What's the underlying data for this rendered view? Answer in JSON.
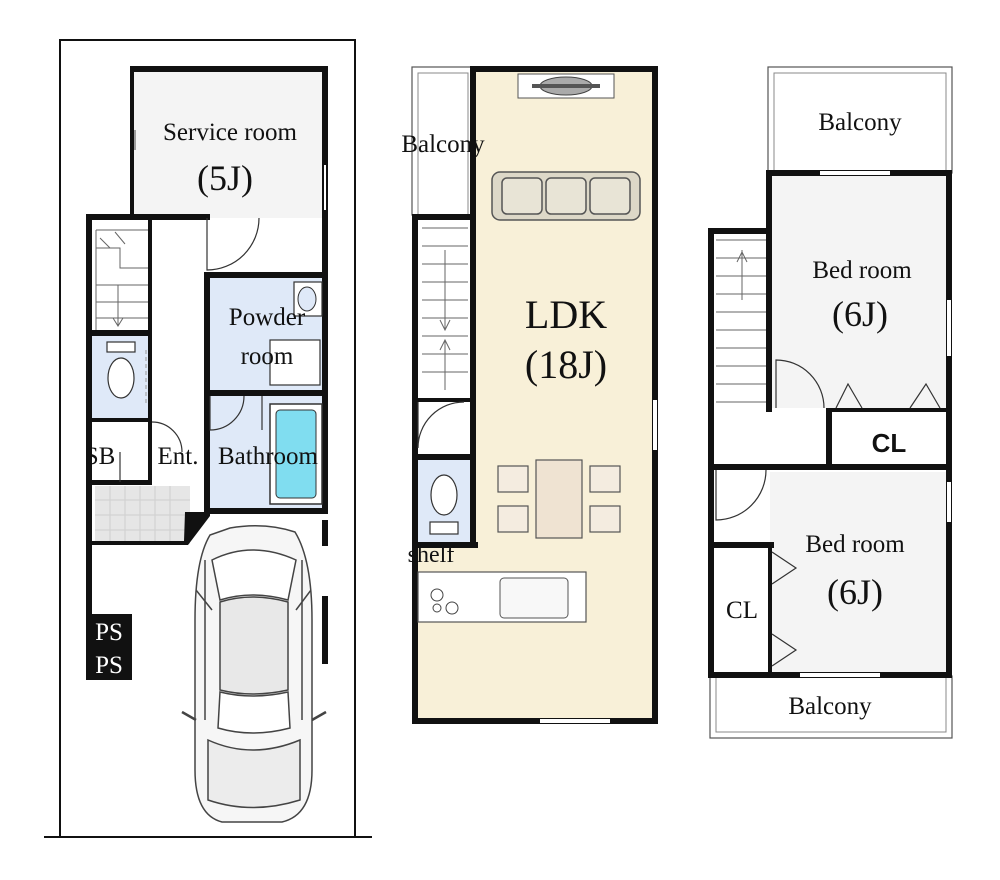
{
  "floor1": {
    "service_room": {
      "name": "Service room",
      "size": "(5J)"
    },
    "powder_room": {
      "line1": "Powder",
      "line2": "room"
    },
    "bathroom": "Bathroom",
    "entrance": "Ent.",
    "shoe_box": "SB",
    "ps1": "PS",
    "ps2": "PS"
  },
  "floor2": {
    "balcony": "Balcony",
    "ldk": {
      "name": "LDK",
      "size": "(18J)"
    },
    "shelf": "shelf"
  },
  "floor3": {
    "balcony_top": "Balcony",
    "bed_room_1": {
      "name": "Bed room",
      "size": "(6J)"
    },
    "closet_1": "CL",
    "bed_room_2": {
      "name": "Bed room",
      "size": "(6J)"
    },
    "closet_2": "CL",
    "balcony_bottom": "Balcony"
  },
  "colors": {
    "ldk_floor": "#f8f0d8",
    "wet_area": "#dfe9f8",
    "room_floor": "#f4f4f4",
    "bathtub": "#80ddf0",
    "walls": "#111111"
  }
}
